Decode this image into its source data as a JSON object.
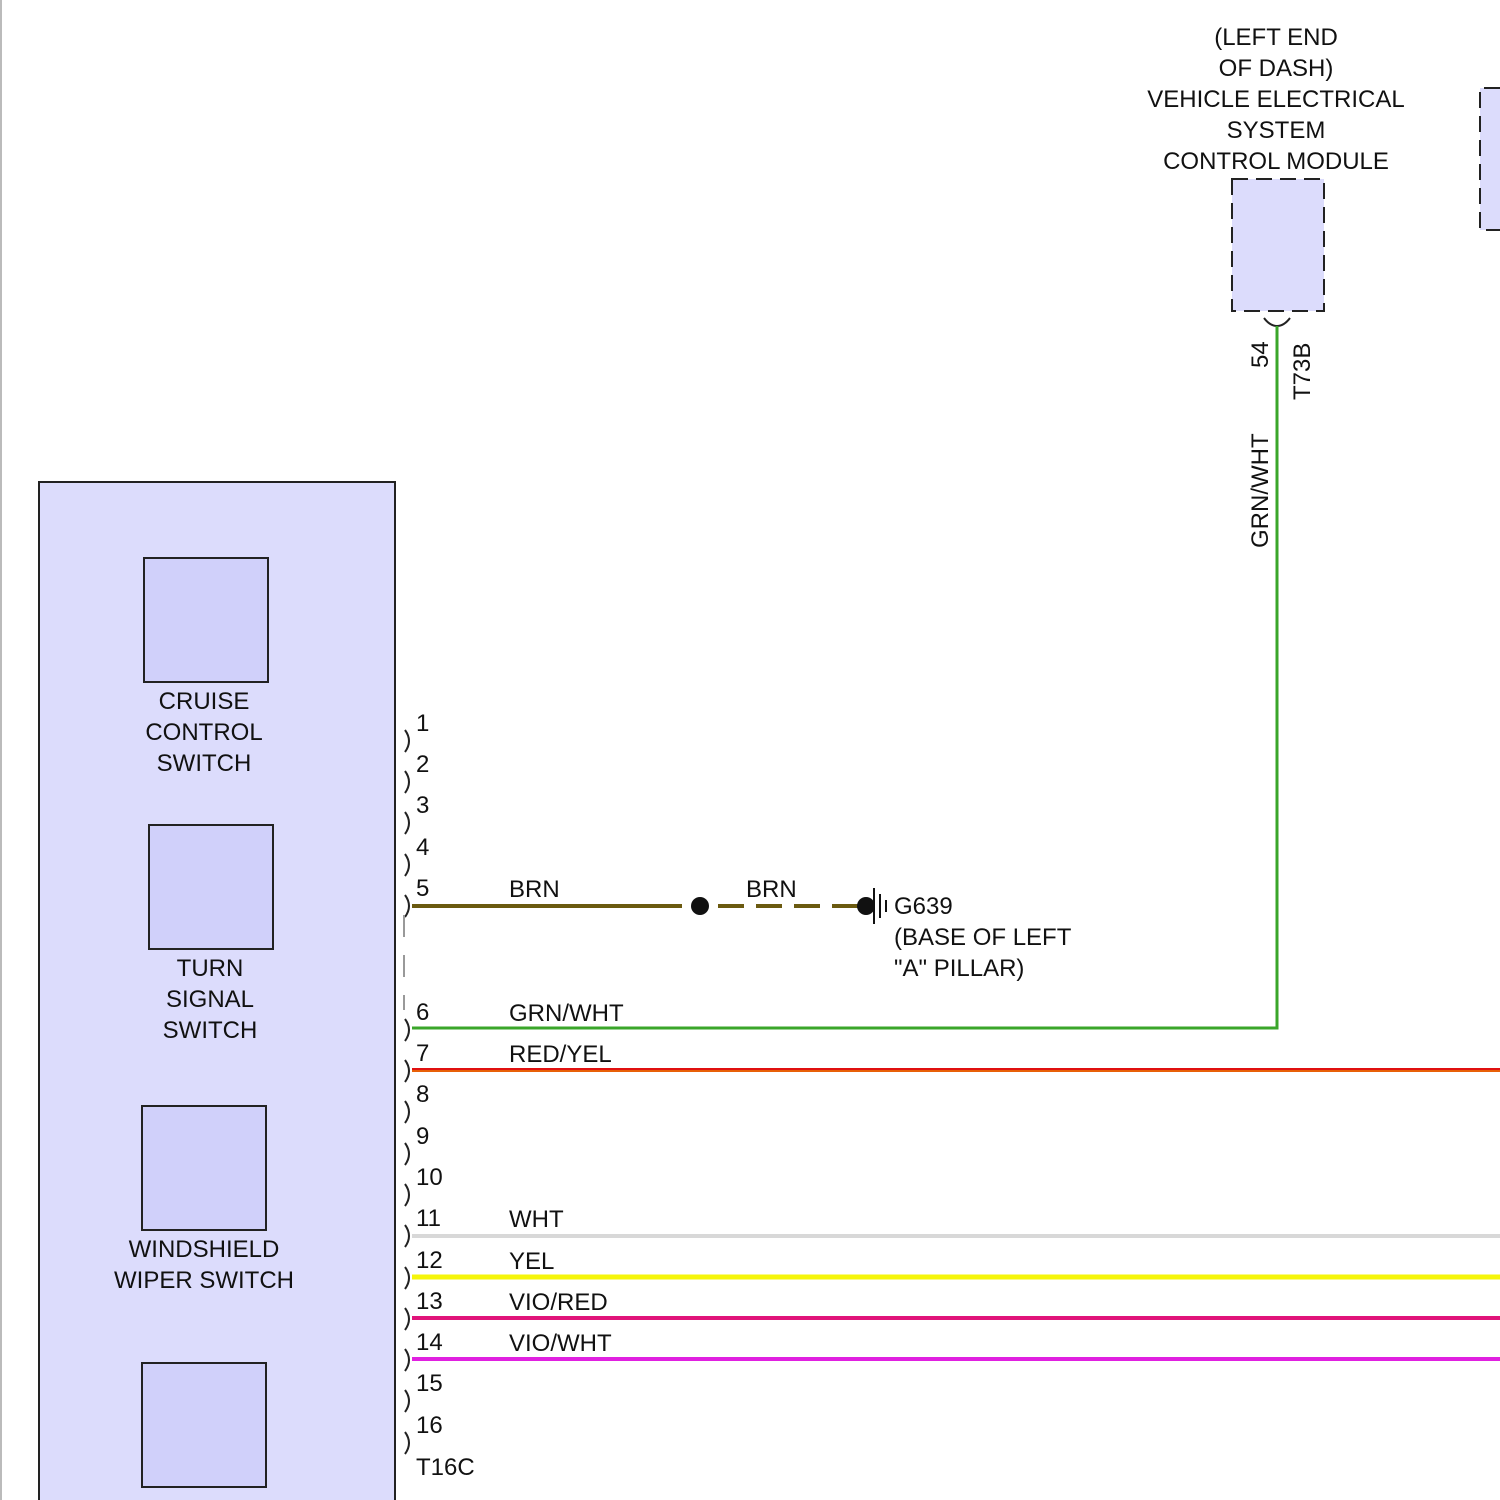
{
  "module": {
    "location_line1": "(LEFT END",
    "location_line2": "OF DASH)",
    "name_line1": "VEHICLE ELECTRICAL",
    "name_line2": "SYSTEM",
    "name_line3": "CONTROL MODULE",
    "pin": "54",
    "connector": "T73B",
    "wire_color": "GRN/WHT"
  },
  "switch_assembly": {
    "connector": "T16C",
    "switches": [
      {
        "line1": "CRUISE",
        "line2": "CONTROL",
        "line3": "SWITCH"
      },
      {
        "line1": "TURN",
        "line2": "SIGNAL",
        "line3": "SWITCH"
      },
      {
        "line1": "WINDSHIELD",
        "line2": "WIPER SWITCH"
      }
    ],
    "pins": [
      "1",
      "2",
      "3",
      "4",
      "5",
      "6",
      "7",
      "8",
      "9",
      "10",
      "11",
      "12",
      "13",
      "14",
      "15",
      "16"
    ]
  },
  "wires": [
    {
      "pin": "5",
      "label": "BRN",
      "color": "#6b5a10"
    },
    {
      "pin": "6",
      "label": "GRN/WHT",
      "color": "#3aa62a"
    },
    {
      "pin": "7",
      "label": "RED/YEL",
      "color": "#e01010"
    },
    {
      "pin": "11",
      "label": "WHT",
      "color": "#d8d8d8"
    },
    {
      "pin": "12",
      "label": "YEL",
      "color": "#f5f50a"
    },
    {
      "pin": "13",
      "label": "VIO/RED",
      "color": "#e0147a"
    },
    {
      "pin": "14",
      "label": "VIO/WHT",
      "color": "#e020e0"
    }
  ],
  "ground": {
    "splice_label": "BRN",
    "id": "G639",
    "location_line1": "(BASE OF LEFT",
    "location_line2": "\"A\" PILLAR)"
  },
  "colors": {
    "component_fill": "#dcdcfc",
    "inner_fill": "#d0d0fa"
  }
}
